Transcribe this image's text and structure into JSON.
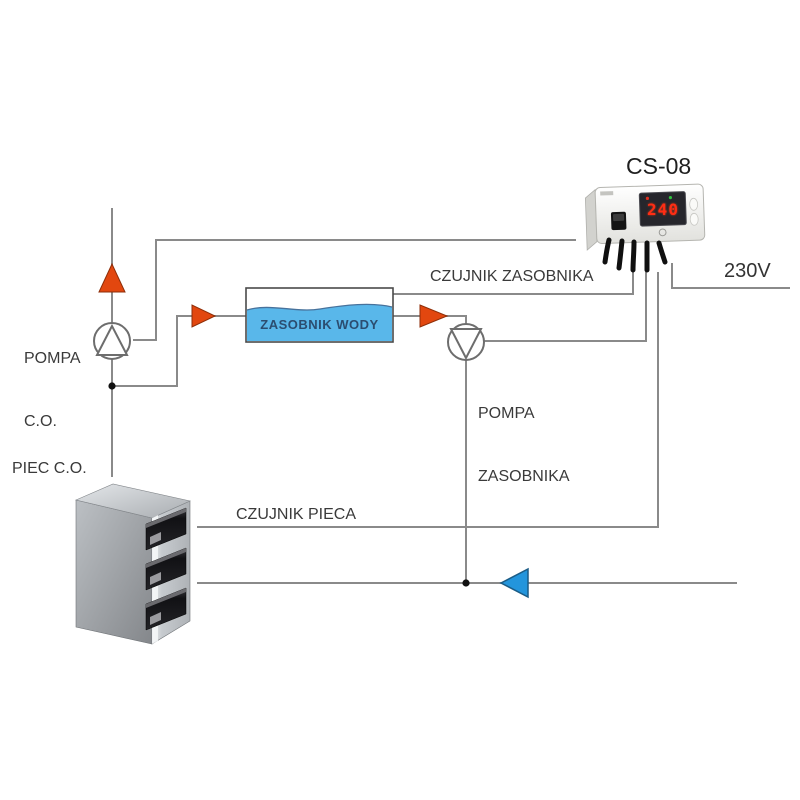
{
  "controller": {
    "model": "CS-08",
    "display_value": "240",
    "power_label": "230V"
  },
  "tank": {
    "label": "ZASOBNIK WODY"
  },
  "boiler": {
    "label": "PIEC C.O."
  },
  "pumps": {
    "co_line1": "POMPA",
    "co_line2": "C.O.",
    "tank_line1": "POMPA",
    "tank_line2": "ZASOBNIKA"
  },
  "sensors": {
    "tank_label": "CZUJNIK ZASOBNIKA",
    "boiler_label": "CZUJNIK PIECA"
  },
  "colors": {
    "pipe_line": "#8a8a8a",
    "flow_arrow": "#e2470f",
    "return_arrow": "#2395dc",
    "water": "#59b7ea",
    "display_digits": "#ff2d14"
  }
}
